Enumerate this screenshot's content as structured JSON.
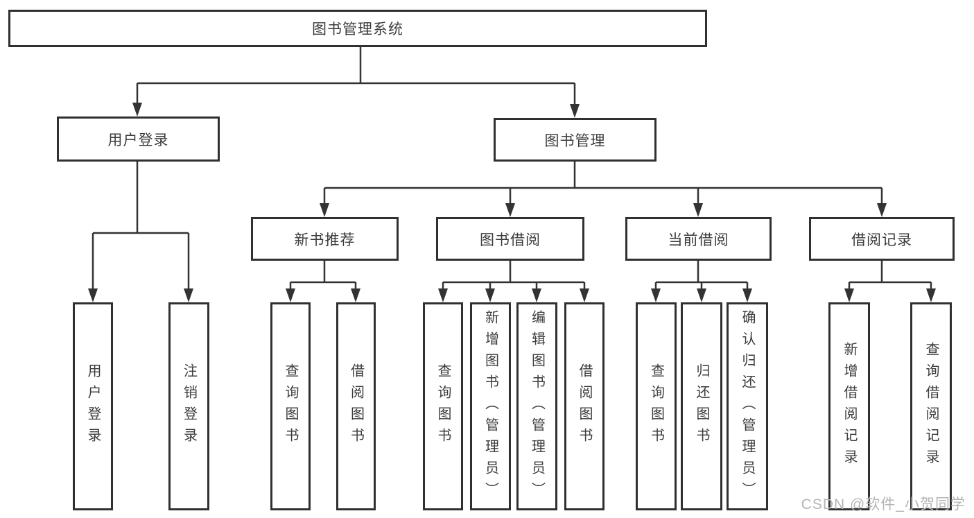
{
  "watermark": "CSDN @软件_小贺同学",
  "colors": {
    "line": "#333333",
    "box_border": "#303030",
    "text": "#3c3c3c",
    "watermark": "#b5b5b5",
    "background": "#ffffff"
  },
  "tree": {
    "label": "图书管理系统",
    "children": [
      {
        "label": "用户登录",
        "children": [
          {
            "label": "用户登录"
          },
          {
            "label": "注销登录"
          }
        ]
      },
      {
        "label": "图书管理",
        "children": [
          {
            "label": "新书推荐",
            "children": [
              {
                "label": "查询图书"
              },
              {
                "label": "借阅图书"
              }
            ]
          },
          {
            "label": "图书借阅",
            "children": [
              {
                "label": "查询图书"
              },
              {
                "label": "新增图书（管理员）"
              },
              {
                "label": "编辑图书（管理员）"
              },
              {
                "label": "借阅图书"
              }
            ]
          },
          {
            "label": "当前借阅",
            "children": [
              {
                "label": "查询图书"
              },
              {
                "label": "归还图书"
              },
              {
                "label": "确认归还（管理员）"
              }
            ]
          },
          {
            "label": "借阅记录",
            "children": [
              {
                "label": "新增借阅记录"
              },
              {
                "label": "查询借阅记录"
              }
            ]
          }
        ]
      }
    ]
  }
}
